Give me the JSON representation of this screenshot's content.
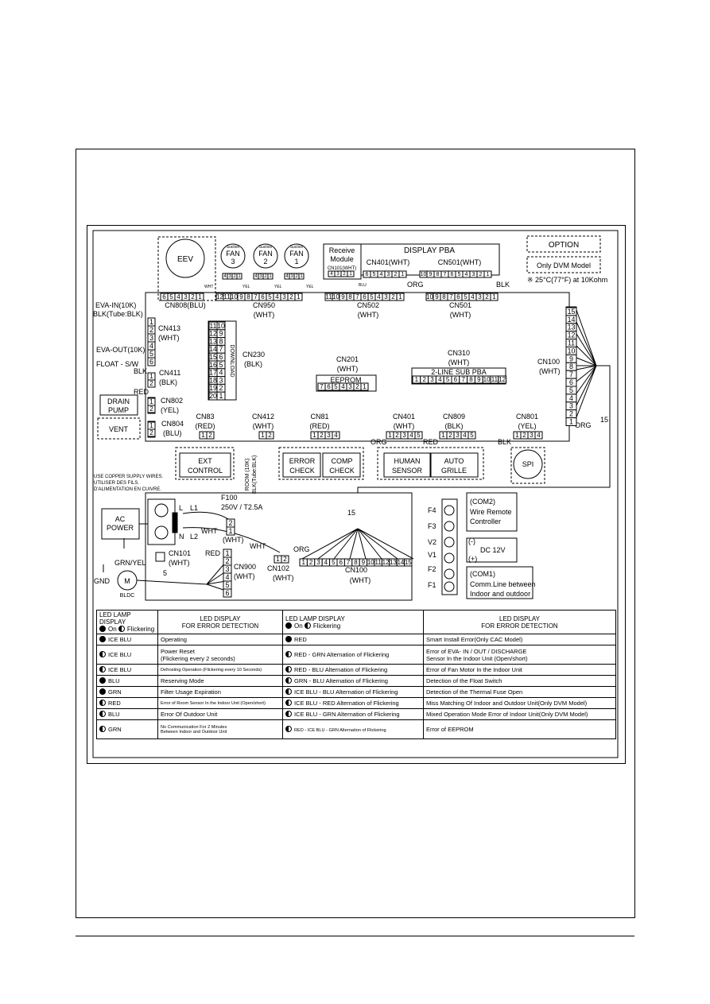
{
  "option_box": {
    "option": "OPTION",
    "only_dvm": "Only DVM Model",
    "note": "※ 25°C(77°F) at 10Kohm"
  },
  "components": {
    "eev": "EEV",
    "suction": "Suction",
    "fan": "FAN",
    "fan3": "3",
    "fan2": "2",
    "fan1": "1",
    "recv_l1": "Receive",
    "recv_l2": "Module",
    "recv_cn": "CN101(WHT)",
    "display_pba": "DISPLAY PBA",
    "cn401_disp": "CN401(WHT)",
    "cn501_disp": "CN501(WHT)",
    "cn808": "CN808(BLU)",
    "cn950": "CN950",
    "cn950_c": "(WHT)",
    "cn502": "CN502",
    "cn502_c": "(WHT)",
    "cn501": "CN501",
    "cn501_c": "(WHT)",
    "eva_in": "EVA-IN(10K)",
    "eva_in_sub": "BLK(Tube:BLK)",
    "cn413": "CN413",
    "cn413_c": "(WHT)",
    "eva_out": "EVA-OUT(10K)",
    "float": "FLOAT - S/W",
    "blk": "BLK",
    "red": "RED",
    "cn411": "CN411",
    "cn411_c": "(BLK)",
    "drain1": "DRAIN",
    "drain2": "PUMP",
    "cn802": "CN802",
    "cn802_c": "(YEL)",
    "vent": "VENT",
    "cn804": "CN804",
    "cn804_c": "(BLU)",
    "download": "DOWNLOAD",
    "cn230": "CN230",
    "cn230_c": "(BLK)",
    "cn201": "CN201",
    "cn201_c": "(WHT)",
    "eeprom": "EEPROM",
    "cn310": "CN310",
    "cn310_c": "(WHT)",
    "sub_pba": "2-LINE SUB PBA",
    "cn100": "CN100",
    "cn100_c": "(WHT)",
    "orgw": "ORG",
    "n15": "15",
    "cn83": "CN83",
    "cn83_c": "(RED)",
    "cn412": "CN412",
    "cn412_c": "(WHT)",
    "cn81": "CN81",
    "cn81_c": "(RED)",
    "cn401": "CN401",
    "cn401_c": "(WHT)",
    "cn809": "CN809",
    "cn809_c": "(BLK)",
    "cn801": "CN801",
    "cn801_c": "(YEL)",
    "ext1": "EXT",
    "ext2": "CONTROL",
    "room1": "ROOM (10K)",
    "room2": "BLK(Tube:BLK)",
    "err1": "ERROR",
    "err2": "CHECK",
    "comp1": "COMP",
    "comp2": "CHECK",
    "human1": "HUMAN",
    "human2": "SENSOR",
    "auto1": "AUTO",
    "auto2": "GRILLE",
    "spi": "SPI",
    "copper1": "USE COPPER SUPPLY WIRES.",
    "copper2": "UTILISER DES FILS.",
    "copper3": "D'ALIMENTATION EN CUIVRE.",
    "ac1": "AC",
    "ac2": "POWER",
    "l": "L",
    "n": "N",
    "l1": "L1",
    "l2": "L2",
    "fuse1": "F100",
    "fuse2": "250V / T2.5A",
    "wht": "WHT",
    "whtp": "(WHT)",
    "cn101": "CN101",
    "cn101_c": "(WHT)",
    "grnyel": "GRN/YEL",
    "gnd": "GND",
    "cn900": "CN900",
    "cn900_c": "(WHT)",
    "m": "M",
    "bldc": "BLDC",
    "cn102": "CN102",
    "cn102_c": "(WHT)",
    "cn100b": "CN100",
    "cn100b_c": "(WHT)",
    "num5": "5",
    "f4": "F4",
    "f3": "F3",
    "v2": "V2",
    "v1": "V1",
    "f2": "F2",
    "f1": "F1",
    "com2_1": "(COM2)",
    "com2_2": "Wire Remote",
    "com2_3": "Controller",
    "dc_minus": "(-)",
    "dc_label": "DC 12V",
    "dc_plus": "(+)",
    "com1_1": "(COM1)",
    "com1_2": "Comm.Line between",
    "com1_3": "Indoor and outdoor",
    "wire_yel": "YEL",
    "wire_org": "ORG",
    "wire_blu": "BLU"
  },
  "led_table": {
    "h_lamp1": "LED LAMP DISPLAY",
    "h_on": "On",
    "h_flick": "Flickering",
    "h_disp1": "LED DISPLAY",
    "h_disp2": "FOR ERROR DETECTION",
    "rows": [
      {
        "li": "on",
        "l": "ICE BLU",
        "ld": "Operating",
        "ri": "on",
        "r": "RED",
        "rd": "Smart Install Error(Only CAC Model)"
      },
      {
        "li": "half",
        "l": "ICE BLU",
        "ld": "Power Reset\n(Flickering every 2 seconds)",
        "ri": "half",
        "r": "RED - GRN Alternation of Flickering",
        "rd": "Error of EVA- IN / OUT / DISCHARGE\nSensor In the Indoor Unit (Open/short)"
      },
      {
        "li": "half",
        "l": "ICE BLU",
        "ld": "Defrosting Operation (Flickering every 10 Seconds)",
        "ri": "half",
        "r": "RED - BLU Alternation of Flickering",
        "rd": "Error of Fan Motor In the Indoor Unit"
      },
      {
        "li": "on",
        "l": "BLU",
        "ld": "Reserving Mode",
        "ri": "half",
        "r": "GRN - BLU Alternation of Flickering",
        "rd": "Detection of the Float Switch"
      },
      {
        "li": "on",
        "l": "GRN",
        "ld": "Filter Usage Expiration",
        "ri": "half",
        "r": "ICE BLU - BLU Alternation of Flickering",
        "rd": "Detection of the Thermal Fuse Open"
      },
      {
        "li": "half",
        "l": "RED",
        "ld": "Error of Room Sensor In the Indoor Unit (Open/short)",
        "ri": "half",
        "r": "ICE BLU - RED Alternation of Flickering",
        "rd": "Miss Matching Of Indoor and Outdoor Unit(Only DVM Model)"
      },
      {
        "li": "half",
        "l": "BLU",
        "ld": "Error Of Outdoor Unit",
        "ri": "half",
        "r": "ICE BLU - GRN Alternation of Flickering",
        "rd": "Mixed Operation Mode Error of Indoor Unit(Only DVM Model)"
      },
      {
        "li": "half",
        "l": "GRN",
        "ld": "No Communication For 2 Minutes\nBetween Indoor and Outdoor Unit",
        "ri": "half",
        "r": "RED - ICE BLU - GRN Alternation of Flickering",
        "rd": "Error of EEPROM"
      }
    ]
  }
}
